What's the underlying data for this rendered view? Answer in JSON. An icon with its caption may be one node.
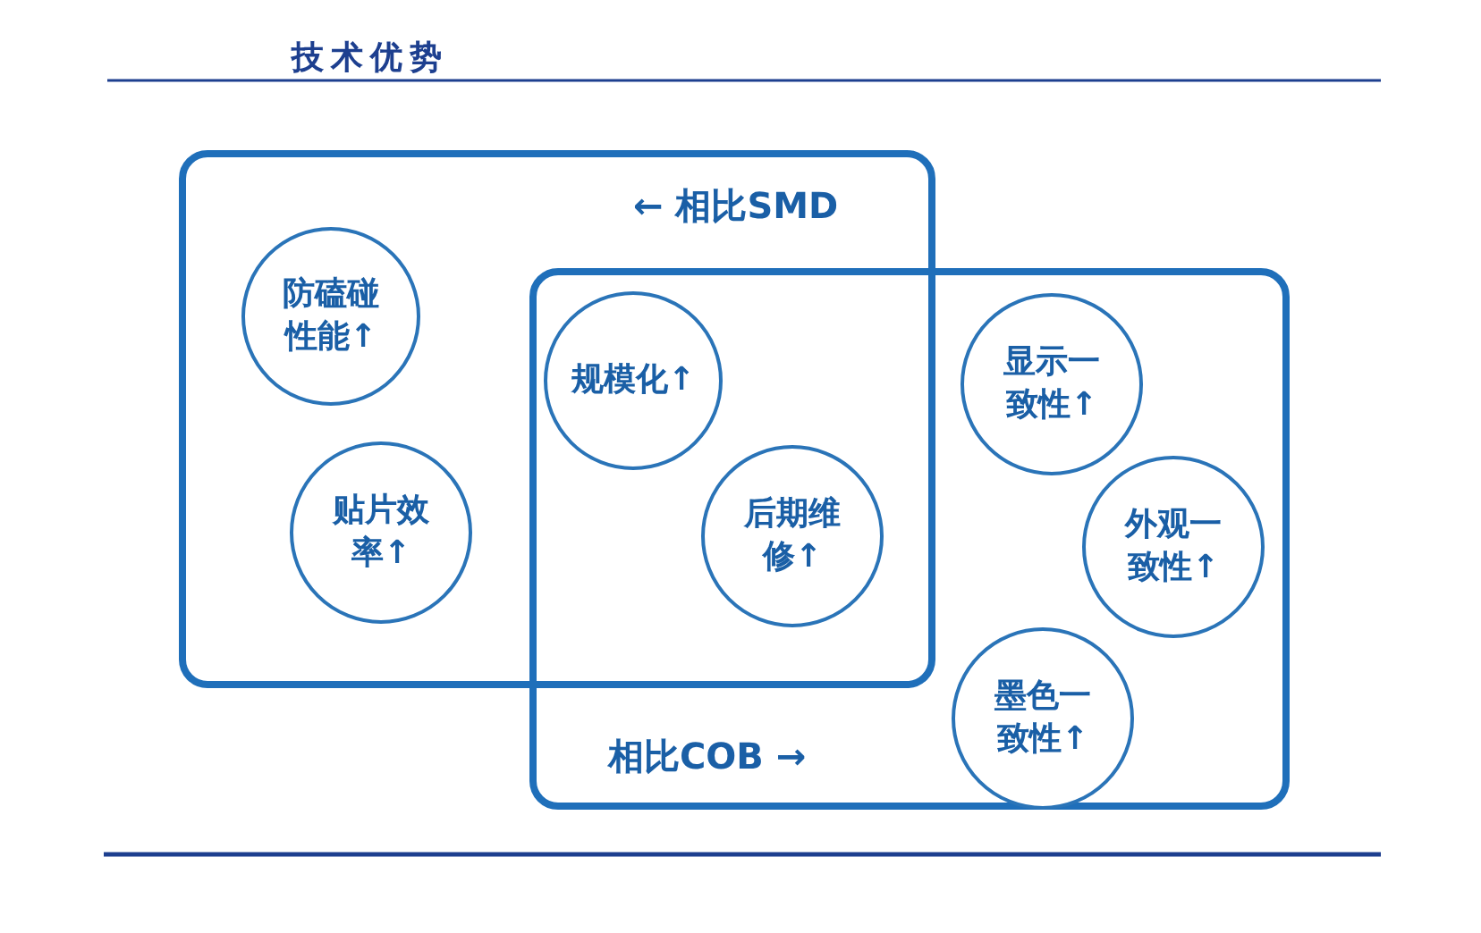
{
  "diagram": {
    "title": "技术优势",
    "nodes": [
      {
        "text": [
          "← 相比SMD"
        ]
      },
      {
        "text": [
          "相比COB →"
        ]
      },
      {
        "text": [
          "防磕碰性能↑"
        ],
        "in": 0
      },
      {
        "text": [
          "贴片效率↑"
        ],
        "in": 0
      },
      {
        "text": [
          "规模化↑"
        ]
      },
      {
        "text": [
          "后期维修↑"
        ]
      },
      {
        "text": [
          "显示一致性↑"
        ],
        "in": 1
      },
      {
        "text": [
          "外观一致性↑"
        ],
        "in": 1
      },
      {
        "text": [
          "墨色一致性↑"
        ],
        "in": 1
      }
    ]
  }
}
